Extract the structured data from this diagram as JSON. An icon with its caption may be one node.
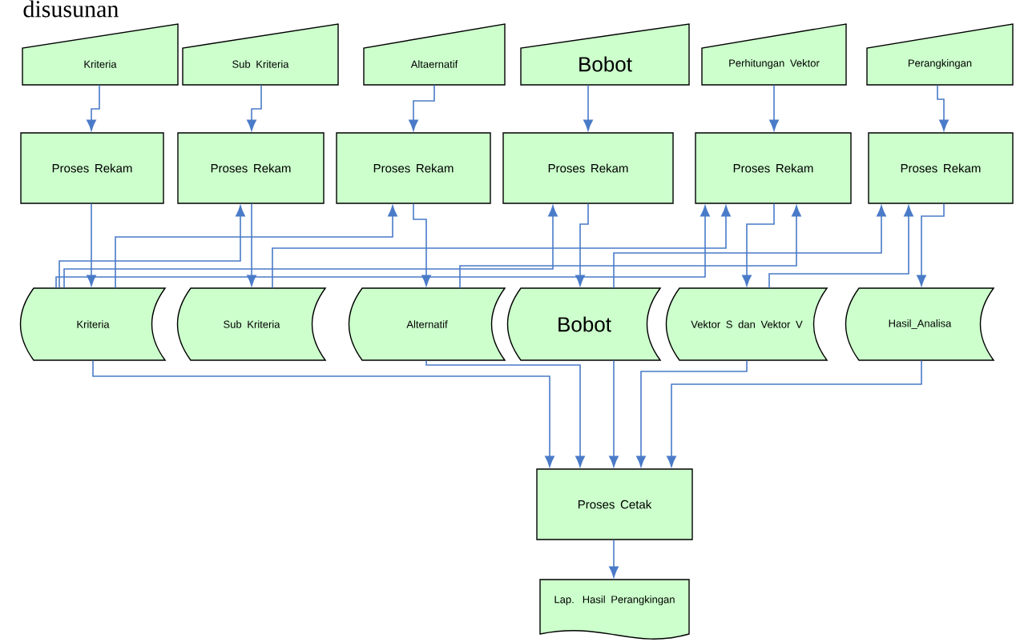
{
  "diagram": {
    "nodes": [
      {
        "text": [
          "Kriteria"
        ]
      },
      {
        "text": [
          "Sub Kriteria"
        ]
      },
      {
        "text": [
          "Altaernatif"
        ]
      },
      {
        "text": [
          "Bobot"
        ]
      },
      {
        "text": [
          "Perhitungan Vektor"
        ]
      },
      {
        "text": [
          "Perangkingan"
        ]
      },
      {
        "text": [
          "Proses Rekam"
        ]
      },
      {
        "text": [
          "Proses Rekam"
        ]
      },
      {
        "text": [
          "Proses Rekam"
        ]
      },
      {
        "text": [
          "Proses Rekam"
        ]
      },
      {
        "text": [
          "Proses Rekam"
        ]
      },
      {
        "text": [
          "Proses Rekam"
        ]
      },
      {
        "text": [
          "Kriteria"
        ]
      },
      {
        "text": [
          "Sub Kriteria"
        ]
      },
      {
        "text": [
          "Alternatif"
        ]
      },
      {
        "text": [
          "Bobot"
        ]
      },
      {
        "text": [
          "Vektor S dan Vektor V"
        ]
      },
      {
        "text": [
          "Hasil_Analisa"
        ]
      },
      {
        "text": [
          "Proses Cetak"
        ]
      },
      {
        "text": [
          "Lap. Hasil Perangkingan"
        ]
      }
    ],
    "edges": [
      {
        "from": 0,
        "to": 6,
        "arrow": "to"
      },
      {
        "from": 1,
        "to": 7,
        "arrow": "to"
      },
      {
        "from": 2,
        "to": 8,
        "arrow": "to"
      },
      {
        "from": 3,
        "to": 9,
        "arrow": "to"
      },
      {
        "from": 4,
        "to": 10,
        "arrow": "to"
      },
      {
        "from": 5,
        "to": 11,
        "arrow": "to"
      },
      {
        "from": 6,
        "to": 12,
        "arrow": "to"
      },
      {
        "from": 7,
        "to": 13,
        "arrow": "to"
      },
      {
        "from": 8,
        "to": 14,
        "arrow": "to"
      },
      {
        "from": 9,
        "to": 15,
        "arrow": "to"
      },
      {
        "from": 10,
        "to": 16,
        "arrow": "to"
      },
      {
        "from": 11,
        "to": 17,
        "arrow": "to"
      },
      {
        "from": 12,
        "to": 7,
        "arrow": "to"
      },
      {
        "from": 12,
        "to": 8,
        "arrow": "to"
      },
      {
        "from": 12,
        "to": 9,
        "arrow": "to"
      },
      {
        "from": 12,
        "to": 10,
        "arrow": "to"
      },
      {
        "from": 13,
        "to": 10,
        "arrow": "to"
      },
      {
        "from": 14,
        "to": 10,
        "arrow": "to"
      },
      {
        "from": 15,
        "to": 11,
        "arrow": "to"
      },
      {
        "from": 16,
        "to": 11,
        "arrow": "to"
      },
      {
        "from": 12,
        "to": 18,
        "arrow": "to"
      },
      {
        "from": 14,
        "to": 18,
        "arrow": "to"
      },
      {
        "from": 15,
        "to": 18,
        "arrow": "to"
      },
      {
        "from": 16,
        "to": 18,
        "arrow": "to"
      },
      {
        "from": 17,
        "to": 18,
        "arrow": "to"
      },
      {
        "from": 18,
        "to": 19,
        "arrow": "to"
      }
    ],
    "labels": [
      "disusunan"
    ]
  }
}
